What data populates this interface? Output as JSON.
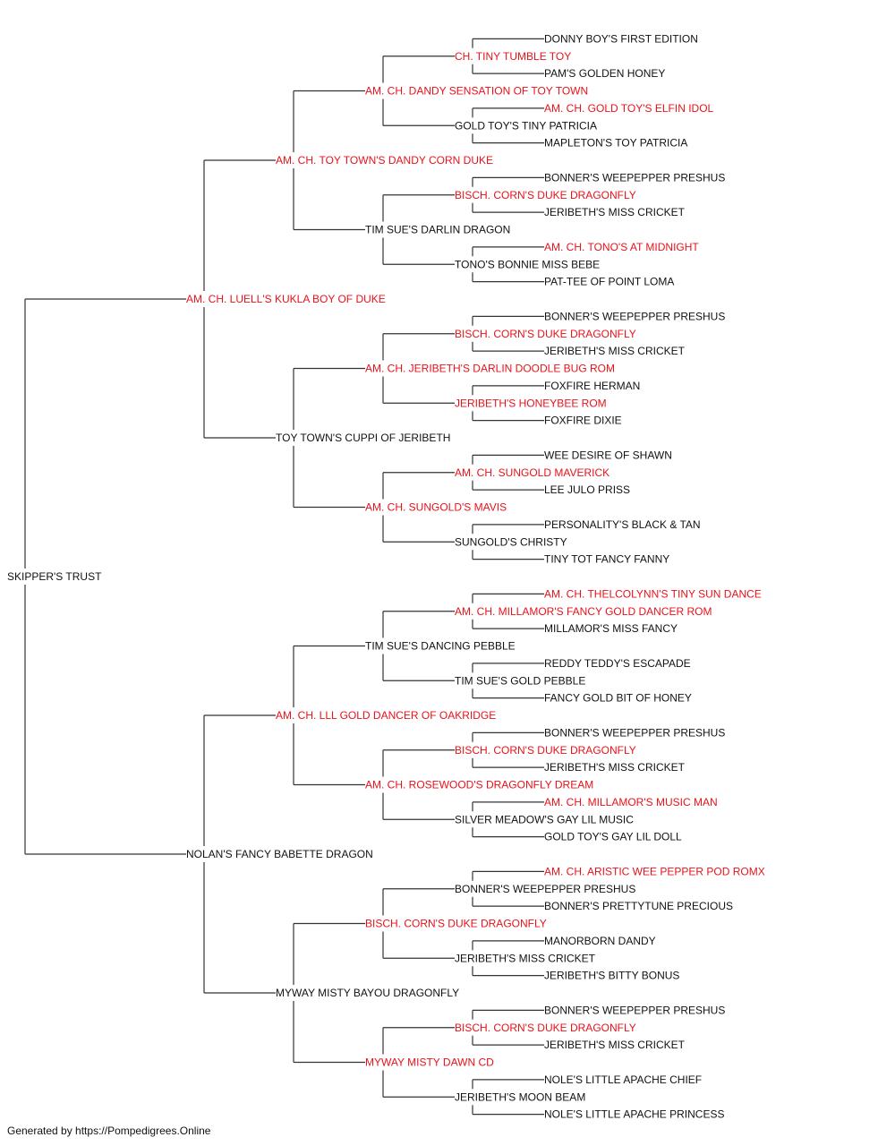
{
  "footer": "Generated by https://Pompedigrees.Online",
  "colors": {
    "champion": "#e8121a",
    "normal": "#111111",
    "line": "#333333"
  },
  "pedigree": {
    "name": "SKIPPER'S TRUST",
    "champion": false,
    "sire": {
      "name": "AM. CH. LUELL'S KUKLA BOY OF DUKE",
      "champion": true,
      "sire": {
        "name": "AM. CH. TOY TOWN'S DANDY CORN DUKE",
        "champion": true,
        "sire": {
          "name": "AM. CH. DANDY SENSATION OF TOY TOWN",
          "champion": true,
          "sire": {
            "name": "CH. TINY TUMBLE TOY",
            "champion": true,
            "sire": {
              "name": "DONNY BOY'S FIRST EDITION",
              "champion": false
            },
            "dam": {
              "name": "PAM'S GOLDEN HONEY",
              "champion": false
            }
          },
          "dam": {
            "name": "GOLD TOY'S TINY PATRICIA",
            "champion": false,
            "sire": {
              "name": "AM. CH. GOLD TOY'S ELFIN IDOL",
              "champion": true
            },
            "dam": {
              "name": "MAPLETON'S TOY PATRICIA",
              "champion": false
            }
          }
        },
        "dam": {
          "name": "TIM SUE'S DARLIN DRAGON",
          "champion": false,
          "sire": {
            "name": "BISCH. CORN'S DUKE DRAGONFLY",
            "champion": true,
            "sire": {
              "name": "BONNER'S WEEPEPPER PRESHUS",
              "champion": false
            },
            "dam": {
              "name": "JERIBETH'S MISS CRICKET",
              "champion": false
            }
          },
          "dam": {
            "name": "TONO'S BONNIE MISS BEBE",
            "champion": false,
            "sire": {
              "name": "AM. CH. TONO'S AT MIDNIGHT",
              "champion": true
            },
            "dam": {
              "name": "PAT-TEE OF POINT LOMA",
              "champion": false
            }
          }
        }
      },
      "dam": {
        "name": "TOY TOWN'S CUPPI OF JERIBETH",
        "champion": false,
        "sire": {
          "name": "AM. CH. JERIBETH'S DARLIN DOODLE BUG ROM",
          "champion": true,
          "sire": {
            "name": "BISCH. CORN'S DUKE DRAGONFLY",
            "champion": true,
            "sire": {
              "name": "BONNER'S WEEPEPPER PRESHUS",
              "champion": false
            },
            "dam": {
              "name": "JERIBETH'S MISS CRICKET",
              "champion": false
            }
          },
          "dam": {
            "name": "JERIBETH'S HONEYBEE ROM",
            "champion": true,
            "sire": {
              "name": "FOXFIRE HERMAN",
              "champion": false
            },
            "dam": {
              "name": "FOXFIRE DIXIE",
              "champion": false
            }
          }
        },
        "dam": {
          "name": "AM. CH. SUNGOLD'S MAVIS",
          "champion": true,
          "sire": {
            "name": "AM. CH. SUNGOLD MAVERICK",
            "champion": true,
            "sire": {
              "name": "WEE DESIRE OF SHAWN",
              "champion": false
            },
            "dam": {
              "name": "LEE JULO PRISS",
              "champion": false
            }
          },
          "dam": {
            "name": "SUNGOLD'S CHRISTY",
            "champion": false,
            "sire": {
              "name": "PERSONALITY'S BLACK & TAN",
              "champion": false
            },
            "dam": {
              "name": "TINY TOT FANCY FANNY",
              "champion": false
            }
          }
        }
      }
    },
    "dam": {
      "name": "NOLAN'S FANCY BABETTE DRAGON",
      "champion": false,
      "sire": {
        "name": "AM. CH. LLL GOLD DANCER OF OAKRIDGE",
        "champion": true,
        "sire": {
          "name": "TIM SUE'S DANCING PEBBLE",
          "champion": false,
          "sire": {
            "name": "AM. CH. MILLAMOR'S FANCY GOLD DANCER ROM",
            "champion": true,
            "sire": {
              "name": "AM. CH. THELCOLYNN'S TINY SUN DANCE",
              "champion": true
            },
            "dam": {
              "name": "MILLAMOR'S MISS FANCY",
              "champion": false
            }
          },
          "dam": {
            "name": "TIM SUE'S GOLD PEBBLE",
            "champion": false,
            "sire": {
              "name": "REDDY TEDDY'S ESCAPADE",
              "champion": false
            },
            "dam": {
              "name": "FANCY GOLD BIT OF HONEY",
              "champion": false
            }
          }
        },
        "dam": {
          "name": "AM. CH. ROSEWOOD'S DRAGONFLY DREAM",
          "champion": true,
          "sire": {
            "name": "BISCH. CORN'S DUKE DRAGONFLY",
            "champion": true,
            "sire": {
              "name": "BONNER'S WEEPEPPER PRESHUS",
              "champion": false
            },
            "dam": {
              "name": "JERIBETH'S MISS CRICKET",
              "champion": false
            }
          },
          "dam": {
            "name": "SILVER MEADOW'S GAY LIL MUSIC",
            "champion": false,
            "sire": {
              "name": "AM. CH. MILLAMOR'S MUSIC MAN",
              "champion": true
            },
            "dam": {
              "name": "GOLD TOY'S GAY LIL DOLL",
              "champion": false
            }
          }
        }
      },
      "dam": {
        "name": "MYWAY MISTY BAYOU DRAGONFLY",
        "champion": false,
        "sire": {
          "name": "BISCH. CORN'S DUKE DRAGONFLY",
          "champion": true,
          "sire": {
            "name": "BONNER'S WEEPEPPER PRESHUS",
            "champion": false,
            "sire": {
              "name": "AM. CH. ARISTIC WEE PEPPER POD ROMX",
              "champion": true
            },
            "dam": {
              "name": "BONNER'S PRETTYTUNE PRECIOUS",
              "champion": false
            }
          },
          "dam": {
            "name": "JERIBETH'S MISS CRICKET",
            "champion": false,
            "sire": {
              "name": "MANORBORN DANDY",
              "champion": false
            },
            "dam": {
              "name": "JERIBETH'S BITTY BONUS",
              "champion": false
            }
          }
        },
        "dam": {
          "name": "MYWAY MISTY DAWN CD",
          "champion": true,
          "sire": {
            "name": "BISCH. CORN'S DUKE DRAGONFLY",
            "champion": true,
            "sire": {
              "name": "BONNER'S WEEPEPPER PRESHUS",
              "champion": false
            },
            "dam": {
              "name": "JERIBETH'S MISS CRICKET",
              "champion": false
            }
          },
          "dam": {
            "name": "JERIBETH'S MOON BEAM",
            "champion": false,
            "sire": {
              "name": "NOLE'S LITTLE APACHE CHIEF",
              "champion": false
            },
            "dam": {
              "name": "NOLE'S LITTLE APACHE PRINCESS",
              "champion": false
            }
          }
        }
      }
    }
  }
}
